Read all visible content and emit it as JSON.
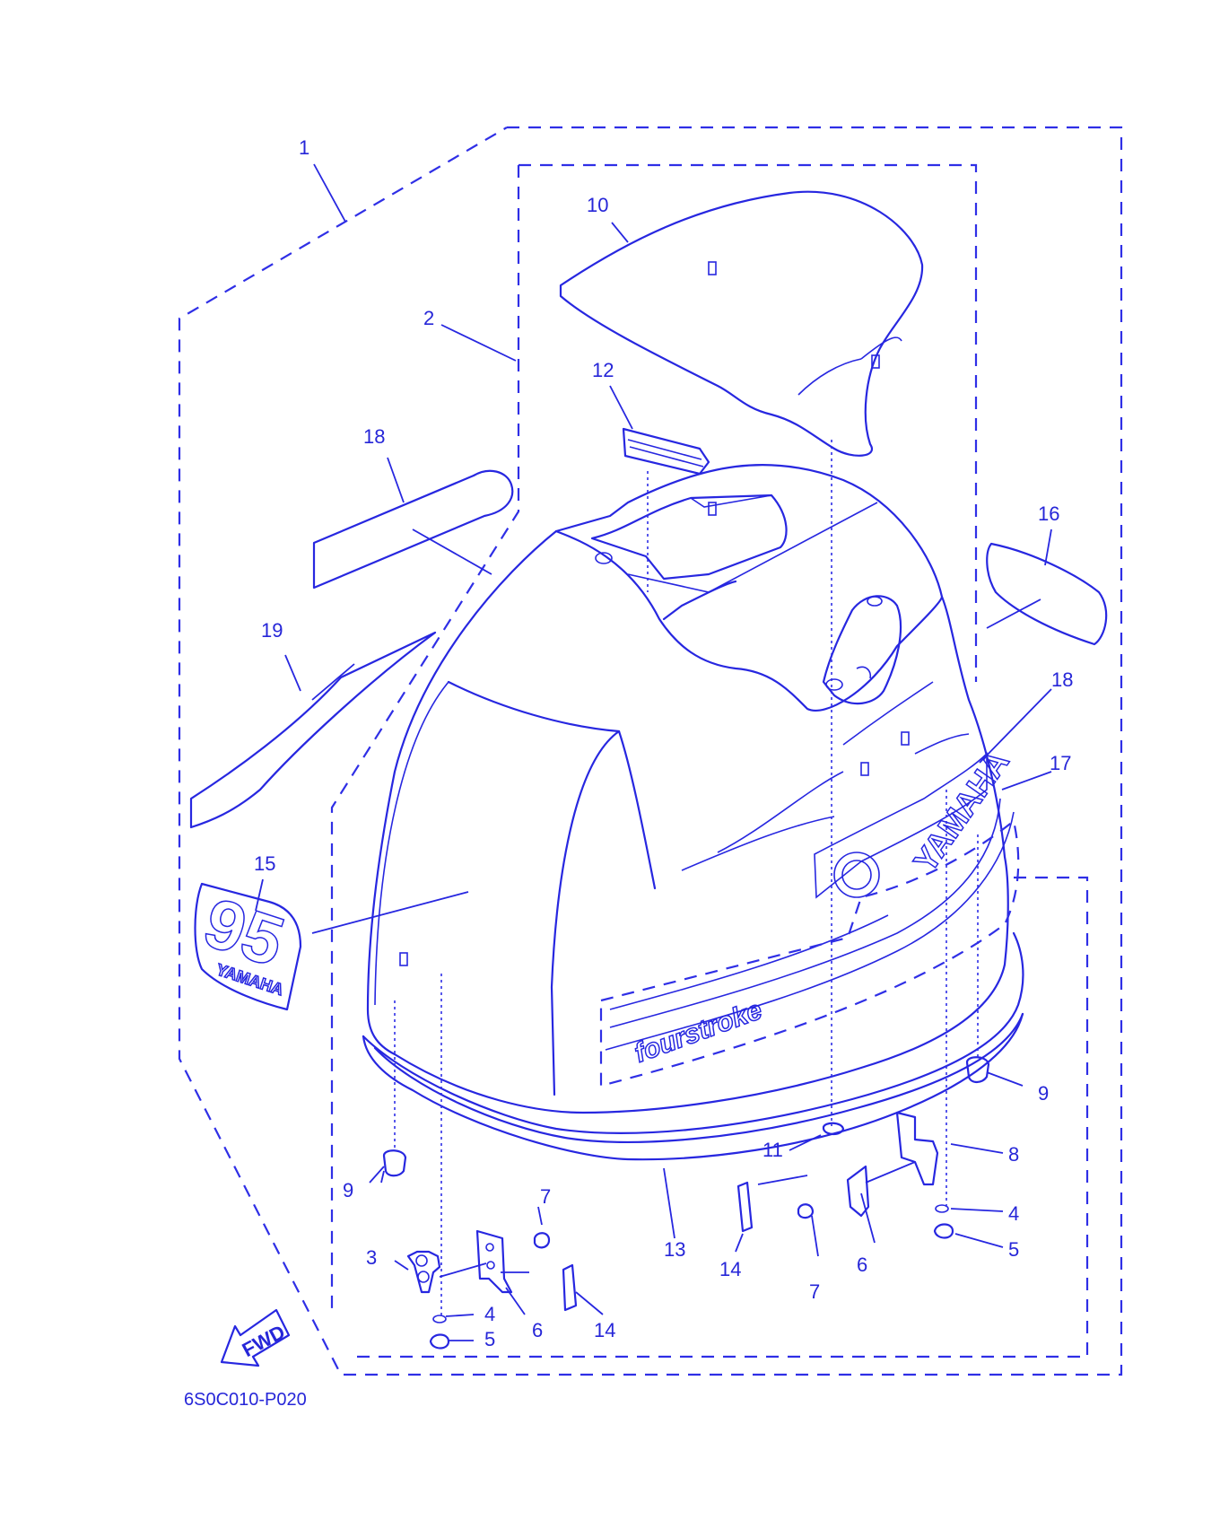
{
  "diagram_code": "6S0C010-P020",
  "fwd_label": "FWD",
  "decals": {
    "brand": "YAMAHA",
    "model_number": "95",
    "model_brand": "YAMAHA",
    "stroke_text": "fourstroke"
  },
  "callouts": [
    {
      "id": "c1",
      "label": "1"
    },
    {
      "id": "c2",
      "label": "2"
    },
    {
      "id": "c3",
      "label": "3"
    },
    {
      "id": "c4a",
      "label": "4"
    },
    {
      "id": "c4b",
      "label": "4"
    },
    {
      "id": "c5a",
      "label": "5"
    },
    {
      "id": "c5b",
      "label": "5"
    },
    {
      "id": "c6a",
      "label": "6"
    },
    {
      "id": "c6b",
      "label": "6"
    },
    {
      "id": "c7a",
      "label": "7"
    },
    {
      "id": "c7b",
      "label": "7"
    },
    {
      "id": "c8",
      "label": "8"
    },
    {
      "id": "c9a",
      "label": "9"
    },
    {
      "id": "c9b",
      "label": "9"
    },
    {
      "id": "c10",
      "label": "10"
    },
    {
      "id": "c11",
      "label": "11"
    },
    {
      "id": "c12",
      "label": "12"
    },
    {
      "id": "c13",
      "label": "13"
    },
    {
      "id": "c14a",
      "label": "14"
    },
    {
      "id": "c14b",
      "label": "14"
    },
    {
      "id": "c15",
      "label": "15"
    },
    {
      "id": "c16",
      "label": "16"
    },
    {
      "id": "c17",
      "label": "17"
    },
    {
      "id": "c18a",
      "label": "18"
    },
    {
      "id": "c18b",
      "label": "18"
    },
    {
      "id": "c19",
      "label": "19"
    }
  ],
  "colors": {
    "ink": "#2727e0",
    "background": "#ffffff"
  }
}
